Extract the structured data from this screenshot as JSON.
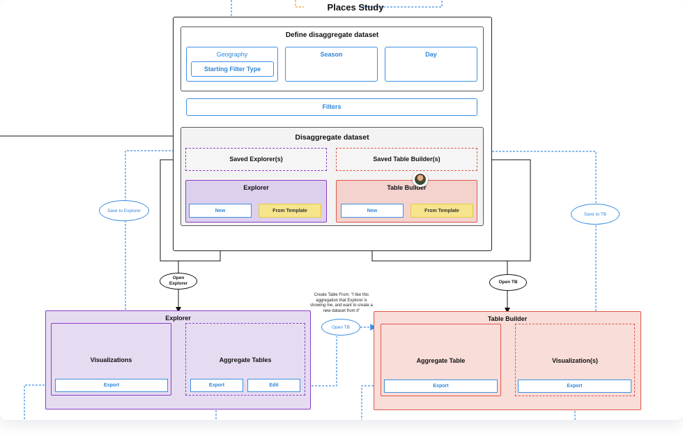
{
  "diagram": {
    "title": "Places Study",
    "define_section": {
      "title": "Define disaggregate dataset",
      "geography": "Geography",
      "starting_filter": "Starting Filter Type",
      "season": "Season",
      "day": "Day"
    },
    "filters": "Filters",
    "disaggregate": {
      "title": "Disaggregate dataset",
      "saved_explorer": "Saved Explorer(s)",
      "saved_table_builder": "Saved Table Builder(s)",
      "explorer": {
        "title": "Explorer",
        "new": "New",
        "from_template": "From Template"
      },
      "table_builder": {
        "title": "Table Builder",
        "new": "New",
        "from_template": "From Template"
      }
    },
    "save_to_explorer": "Save to Explorer",
    "save_to_tb": "Save to TB",
    "open_explorer": "Open Explorer",
    "open_tb": "Open TB",
    "open_tb_2": "Open TB",
    "annotation": "Create Table From: \"I like this aggregation that Explorer is showing me, and want to create a new dataset from it\"",
    "explorer_bottom": {
      "title": "Explorer",
      "visualizations": "Visualizations",
      "viz_export": "Export",
      "aggregate_tables": "Aggregate Tables",
      "agg_export": "Export",
      "agg_edit": "Edit"
    },
    "table_builder_bottom": {
      "title": "Table Builder",
      "aggregate_table": "Aggregate Table",
      "agg_export": "Export",
      "visualizations": "Visualization(s)",
      "viz_export": "Export"
    },
    "colors": {
      "blue": "#3d8fe0",
      "purple": "#8a3cc2",
      "purple_fill": "#e8ddf3",
      "red": "#e0574a",
      "red_fill": "#f8ddd9",
      "yellow": "#f6e58d"
    }
  }
}
